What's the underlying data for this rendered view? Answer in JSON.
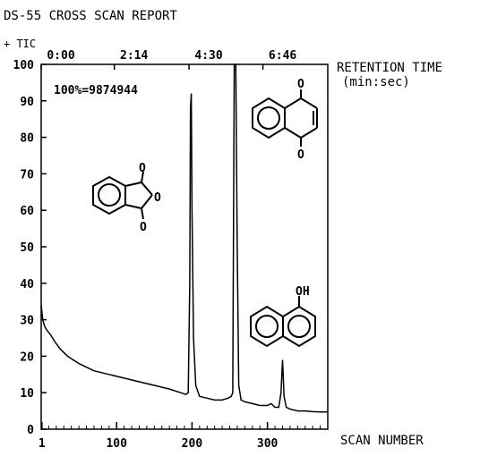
{
  "chart_data": {
    "type": "line",
    "title": "DS-55 CROSS SCAN REPORT",
    "trace_label": "+ TIC",
    "full_scale_label": "100%=9874944",
    "top_axis_label": "RETENTION TIME",
    "top_axis_unit": "(min:sec)",
    "top_ticks": [
      "0:00",
      "2:14",
      "4:30",
      "6:46"
    ],
    "top_tick_scans": [
      0,
      97,
      196,
      294
    ],
    "xlabel": "SCAN NUMBER",
    "xlim": [
      0,
      380
    ],
    "x_ticks": [
      1,
      100,
      200,
      300
    ],
    "x_tick_labels": [
      "1",
      "100",
      "200",
      "300"
    ],
    "ylim": [
      0,
      100
    ],
    "y_ticks": [
      0,
      10,
      20,
      30,
      40,
      50,
      60,
      70,
      80,
      90,
      100
    ],
    "y_tick_labels": [
      "0",
      "10",
      "20",
      "30",
      "40",
      "50",
      "60",
      "70",
      "80",
      "90",
      "100"
    ],
    "series": [
      {
        "x": [
          0,
          2,
          5,
          8,
          12,
          18,
          25,
          35,
          50,
          70,
          90,
          110,
          130,
          150,
          170,
          185,
          192,
          195,
          197,
          198,
          199,
          200,
          202,
          205,
          210,
          220,
          230,
          240,
          248,
          252,
          254,
          256,
          258,
          260,
          262,
          265,
          270,
          280,
          290,
          300,
          305,
          310,
          315,
          318,
          320,
          322,
          325,
          330,
          340,
          350,
          360,
          370,
          380
        ],
        "y": [
          34,
          30,
          28,
          27,
          26,
          24,
          22,
          20,
          18,
          16,
          15,
          14,
          13,
          12,
          11,
          10,
          9.5,
          10,
          40,
          88,
          92,
          60,
          25,
          12,
          9,
          8.5,
          8,
          8,
          8.5,
          9,
          10,
          100,
          100,
          50,
          12,
          8,
          7.5,
          7,
          6.5,
          6.5,
          7,
          6,
          6,
          10,
          19,
          9,
          6,
          5.5,
          5,
          5,
          4.8,
          4.7,
          4.7
        ]
      }
    ],
    "structure_labels": [
      "O",
      "O",
      "O",
      "O",
      "O",
      "OH"
    ]
  }
}
